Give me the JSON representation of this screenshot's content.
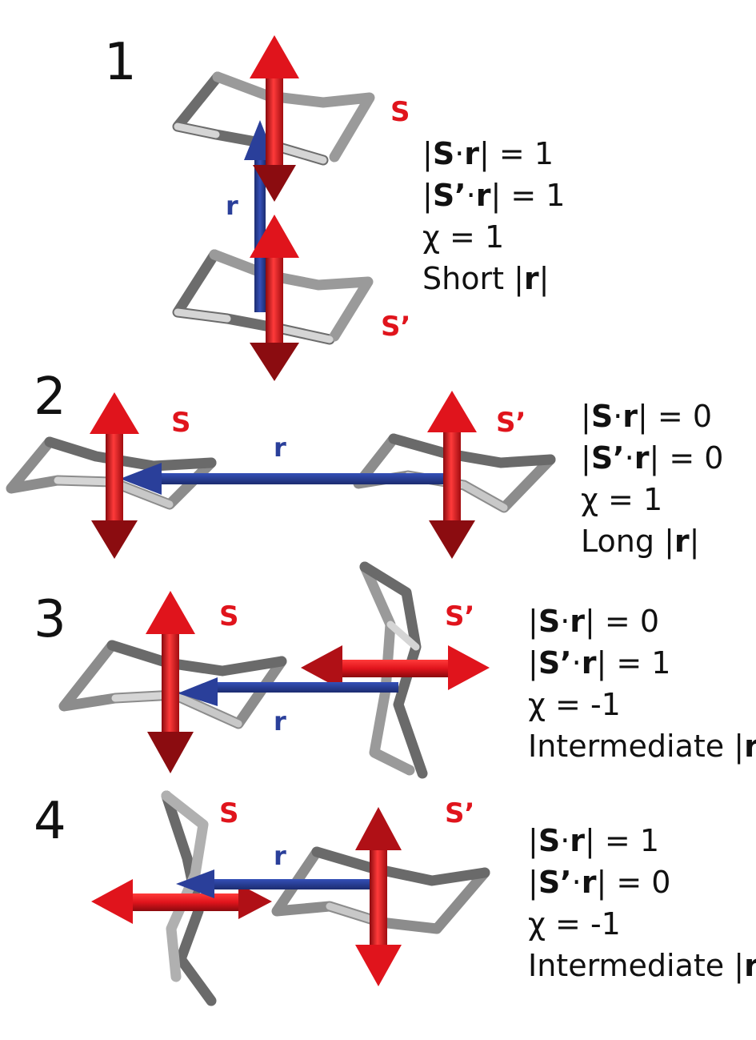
{
  "panels": [
    {
      "number": "1",
      "label_s": "S",
      "label_s_prime": "S’",
      "label_r": "r",
      "abs_s_dot_r": "1",
      "abs_s_prime_dot_r": "1",
      "chi": "1",
      "distance": "Short"
    },
    {
      "number": "2",
      "label_s": "S",
      "label_s_prime": "S’",
      "label_r": "r",
      "abs_s_dot_r": "0",
      "abs_s_prime_dot_r": "0",
      "chi": "1",
      "distance": "Long"
    },
    {
      "number": "3",
      "label_s": "S",
      "label_s_prime": "S’",
      "label_r": "r",
      "abs_s_dot_r": "0",
      "abs_s_prime_dot_r": "1",
      "chi": "-1",
      "distance": "Intermediate"
    },
    {
      "number": "4",
      "label_s": "S",
      "label_s_prime": "S’",
      "label_r": "r",
      "abs_s_dot_r": "1",
      "abs_s_prime_dot_r": "0",
      "chi": "-1",
      "distance": "Intermediate"
    }
  ],
  "symbols": {
    "S": "S",
    "S_prime": "S’",
    "r": "r",
    "dot": "·",
    "chi": "χ",
    "equals": " = ",
    "bar": "|"
  },
  "colors": {
    "spin_arrow": "#e0141c",
    "spin_arrow_dark": "#8b0c10",
    "r_vector": "#2a3f9a",
    "ring_light": "#d7d7d7",
    "ring_dark": "#6a6a6a"
  }
}
